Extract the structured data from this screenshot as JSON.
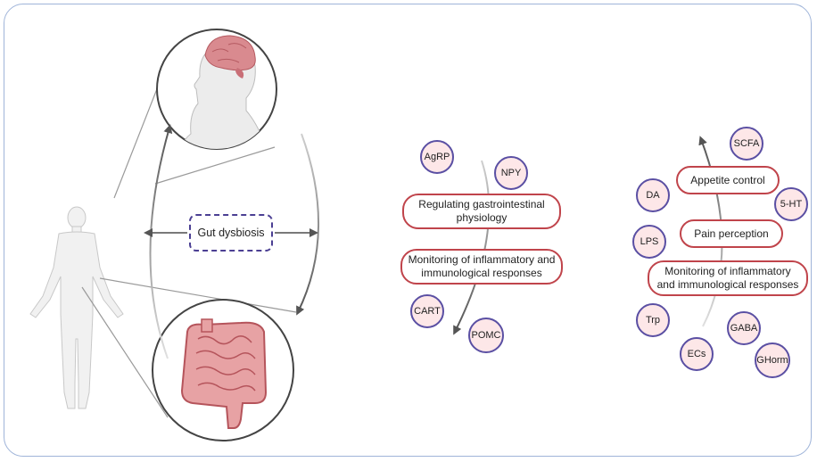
{
  "center_label": "Gut dysbiosis",
  "left_group": {
    "pills": [
      "Regulating gastrointestinal physiology",
      "Monitoring of inflammatory and immunological responses"
    ],
    "nodes": [
      "AgRP",
      "NPY",
      "CART",
      "POMC"
    ]
  },
  "right_group": {
    "pills": [
      "Appetite control",
      "Pain perception",
      "Monitoring of inflammatory and immunological responses"
    ],
    "nodes": [
      "SCFA",
      "DA",
      "5-HT",
      "LPS",
      "Trp",
      "GABA",
      "ECs",
      "GHorm"
    ]
  },
  "colors": {
    "pill_border": "#c0444b",
    "node_border": "#5a4fa3",
    "node_fill": "#fde7e8",
    "dashed_box": "#4b3f93",
    "frame": "#9fb4d9"
  },
  "icons": [
    "human-body-icon",
    "head-brain-icon",
    "intestine-icon"
  ]
}
